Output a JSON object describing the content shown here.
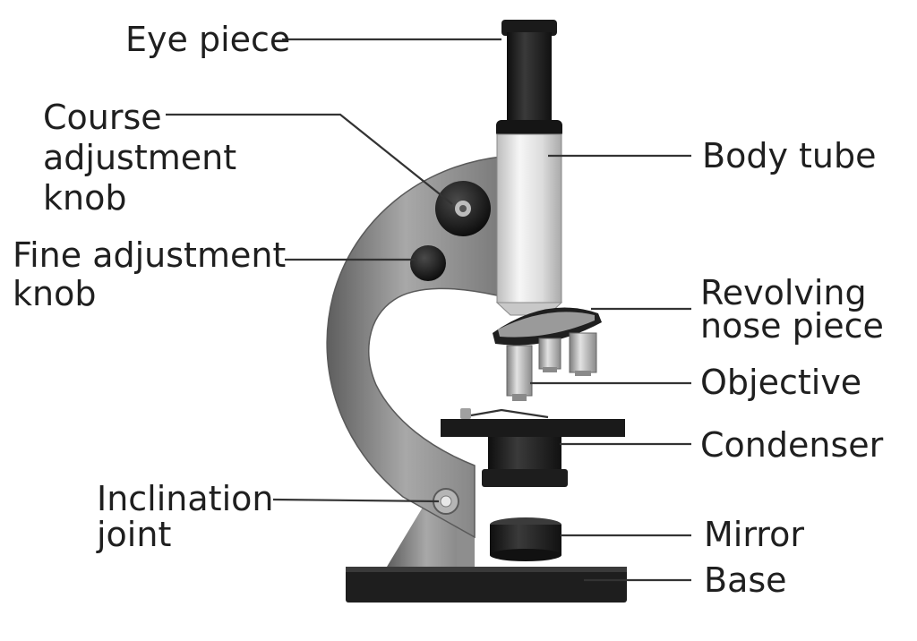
{
  "labels": {
    "eye_piece": "Eye piece",
    "course_knob": [
      "Course",
      "adjustment",
      "knob"
    ],
    "fine_knob": [
      "Fine adjustment",
      "knob"
    ],
    "inclination_joint": [
      "Inclination",
      "joint"
    ],
    "body_tube": "Body tube",
    "nose_piece": [
      "Revolving",
      "nose piece"
    ],
    "objective": "Objective",
    "condenser": "Condenser",
    "mirror": "Mirror",
    "base": "Base"
  },
  "colors": {
    "arm": "#9a9a9a",
    "dark": "#1b1b1b",
    "tube": "#e8e8e8",
    "line": "#333333"
  }
}
